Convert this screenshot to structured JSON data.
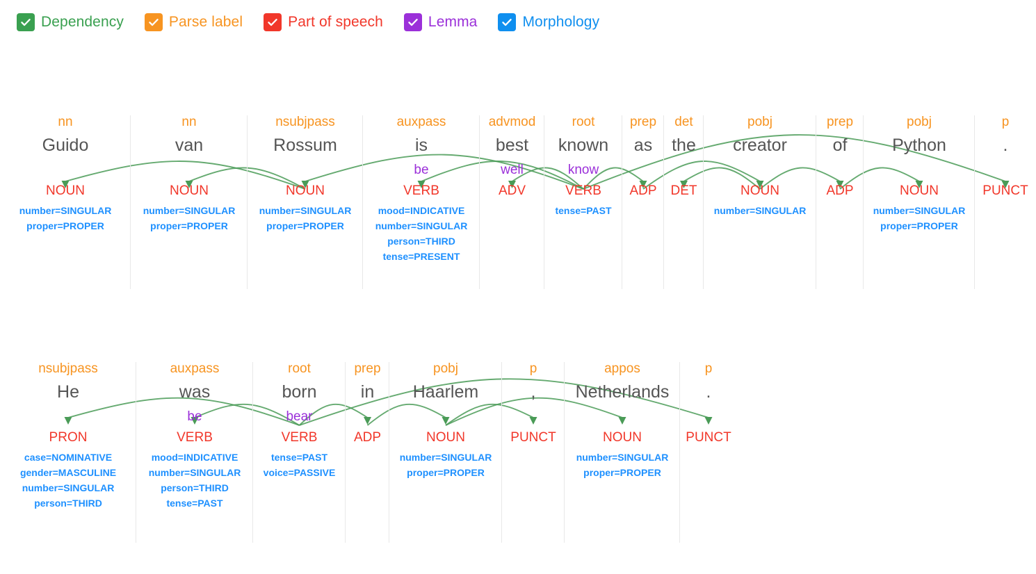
{
  "legend": {
    "items": [
      {
        "label": "Dependency",
        "color": "#3aa050",
        "checked": true,
        "icon": "checkbox-checked-icon"
      },
      {
        "label": "Parse label",
        "color": "#f79421",
        "checked": true,
        "icon": "checkbox-checked-icon"
      },
      {
        "label": "Part of speech",
        "color": "#f1372a",
        "checked": true,
        "icon": "checkbox-checked-icon"
      },
      {
        "label": "Lemma",
        "color": "#9b30d9",
        "checked": true,
        "icon": "checkbox-checked-icon"
      },
      {
        "label": "Morphology",
        "color": "#0f8fef",
        "checked": true,
        "icon": "checkbox-checked-icon"
      }
    ]
  },
  "colors": {
    "dependency": "#3aa050",
    "parse_label": "#f79421",
    "part_of_speech": "#f1372a",
    "lemma": "#9b30d9",
    "morphology": "#1e90ff",
    "word": "#555555",
    "divider": "#e8e8e8",
    "arc": "#4a9b57"
  },
  "sentences": [
    {
      "id": "sentence-1",
      "text": "Guido van Rossum is best known as the creator of Python .",
      "tokens": [
        {
          "dep": "nn",
          "word": "Guido",
          "lemma": "",
          "pos": "NOUN",
          "morphs": [
            "number=SINGULAR",
            "proper=PROPER"
          ],
          "width": 188,
          "head": 2
        },
        {
          "dep": "nn",
          "word": "van",
          "lemma": "",
          "pos": "NOUN",
          "morphs": [
            "number=SINGULAR",
            "proper=PROPER"
          ],
          "width": 168,
          "head": 2
        },
        {
          "dep": "nsubjpass",
          "word": "Rossum",
          "lemma": "",
          "pos": "NOUN",
          "morphs": [
            "number=SINGULAR",
            "proper=PROPER"
          ],
          "width": 166,
          "head": 5
        },
        {
          "dep": "auxpass",
          "word": "is",
          "lemma": "be",
          "pos": "VERB",
          "morphs": [
            "mood=INDICATIVE",
            "number=SINGULAR",
            "person=THIRD",
            "tense=PRESENT"
          ],
          "width": 168,
          "head": 5
        },
        {
          "dep": "advmod",
          "word": "best",
          "lemma": "well",
          "pos": "ADV",
          "morphs": [],
          "width": 93,
          "head": 5
        },
        {
          "dep": "root",
          "word": "known",
          "lemma": "know",
          "pos": "VERB",
          "morphs": [
            "tense=PAST"
          ],
          "width": 112,
          "head": -1
        },
        {
          "dep": "prep",
          "word": "as",
          "lemma": "",
          "pos": "ADP",
          "morphs": [],
          "width": 60,
          "head": 5
        },
        {
          "dep": "det",
          "word": "the",
          "lemma": "",
          "pos": "DET",
          "morphs": [],
          "width": 57,
          "head": 8
        },
        {
          "dep": "pobj",
          "word": "creator",
          "lemma": "",
          "pos": "NOUN",
          "morphs": [
            "number=SINGULAR"
          ],
          "width": 162,
          "head": 6
        },
        {
          "dep": "prep",
          "word": "of",
          "lemma": "",
          "pos": "ADP",
          "morphs": [],
          "width": 68,
          "head": 8
        },
        {
          "dep": "pobj",
          "word": "Python",
          "lemma": "",
          "pos": "NOUN",
          "morphs": [
            "number=SINGULAR",
            "proper=PROPER"
          ],
          "width": 160,
          "head": 9
        },
        {
          "dep": "p",
          "word": ".",
          "lemma": "",
          "pos": "PUNCT",
          "morphs": [],
          "width": 88,
          "head": 5
        }
      ]
    },
    {
      "id": "sentence-2",
      "text": "He was born in Haarlem , Netherlands .",
      "tokens": [
        {
          "dep": "nsubjpass",
          "word": "He",
          "lemma": "",
          "pos": "PRON",
          "morphs": [
            "case=NOMINATIVE",
            "gender=MASCULINE",
            "number=SINGULAR",
            "person=THIRD"
          ],
          "width": 196,
          "head": 2
        },
        {
          "dep": "auxpass",
          "word": "was",
          "lemma": "be",
          "pos": "VERB",
          "morphs": [
            "mood=INDICATIVE",
            "number=SINGULAR",
            "person=THIRD",
            "tense=PAST"
          ],
          "width": 168,
          "head": 2
        },
        {
          "dep": "root",
          "word": "born",
          "lemma": "bear",
          "pos": "VERB",
          "morphs": [
            "tense=PAST",
            "voice=PASSIVE"
          ],
          "width": 133,
          "head": -1
        },
        {
          "dep": "prep",
          "word": "in",
          "lemma": "",
          "pos": "ADP",
          "morphs": [],
          "width": 63,
          "head": 2
        },
        {
          "dep": "pobj",
          "word": "Haarlem",
          "lemma": "",
          "pos": "NOUN",
          "morphs": [
            "number=SINGULAR",
            "proper=PROPER"
          ],
          "width": 162,
          "head": 3
        },
        {
          "dep": "p",
          "word": ",",
          "lemma": "",
          "pos": "PUNCT",
          "morphs": [],
          "width": 90,
          "head": 4
        },
        {
          "dep": "appos",
          "word": "Netherlands",
          "lemma": "",
          "pos": "NOUN",
          "morphs": [
            "number=SINGULAR",
            "proper=PROPER"
          ],
          "width": 166,
          "head": 4
        },
        {
          "dep": "p",
          "word": ".",
          "lemma": "",
          "pos": "PUNCT",
          "morphs": [],
          "width": 82,
          "head": 2
        }
      ]
    }
  ]
}
